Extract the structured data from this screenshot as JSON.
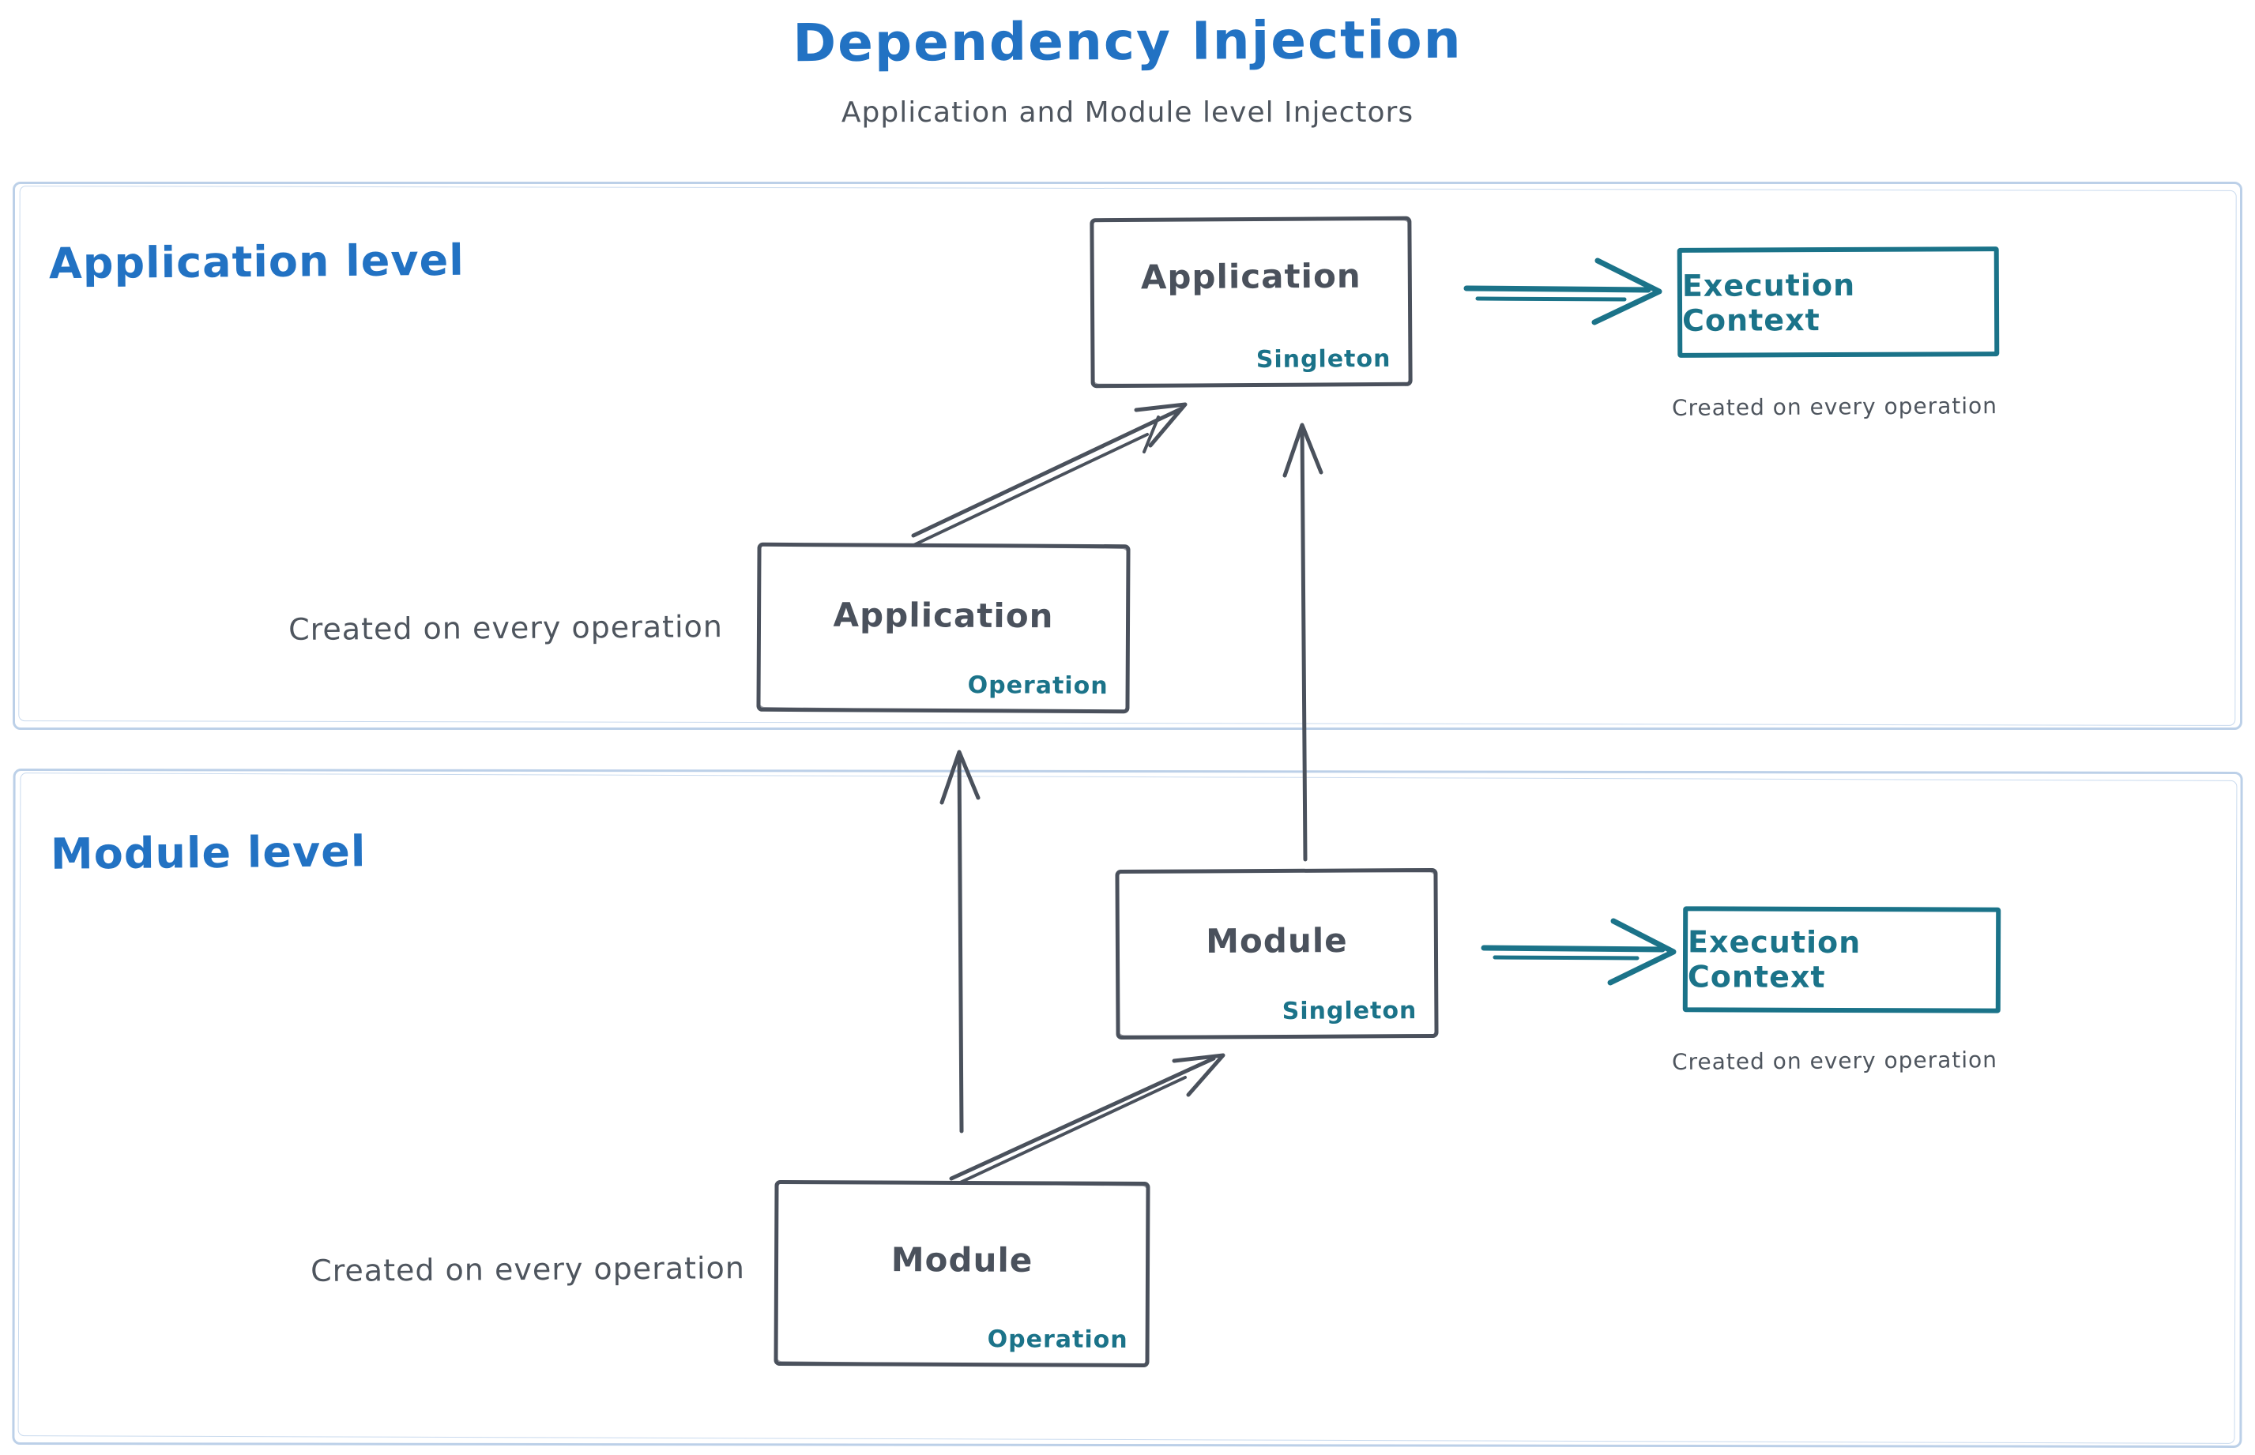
{
  "title": "Dependency Injection",
  "subtitle": "Application and Module level Injectors",
  "sections": {
    "application": {
      "label": "Application level"
    },
    "module": {
      "label": "Module level"
    }
  },
  "nodes": {
    "app_singleton": {
      "title": "Application",
      "badge": "Singleton"
    },
    "app_operation": {
      "title": "Application",
      "badge": "Operation"
    },
    "module_singleton": {
      "title": "Module",
      "badge": "Singleton"
    },
    "module_operation": {
      "title": "Module",
      "badge": "Operation"
    },
    "exec_app": {
      "title": "Execution Context"
    },
    "exec_module": {
      "title": "Execution Context"
    }
  },
  "captions": {
    "app_operation": "Created on every operation",
    "exec_app": "Created on every operation",
    "module_operation": "Created on every operation",
    "exec_module": "Created on every operation"
  },
  "colors": {
    "accent_blue": "#2272c3",
    "stroke_dark": "#4a515c",
    "accent_teal": "#1b7389",
    "text_gray": "#4e555e",
    "container_border": "#bcd0e8"
  }
}
